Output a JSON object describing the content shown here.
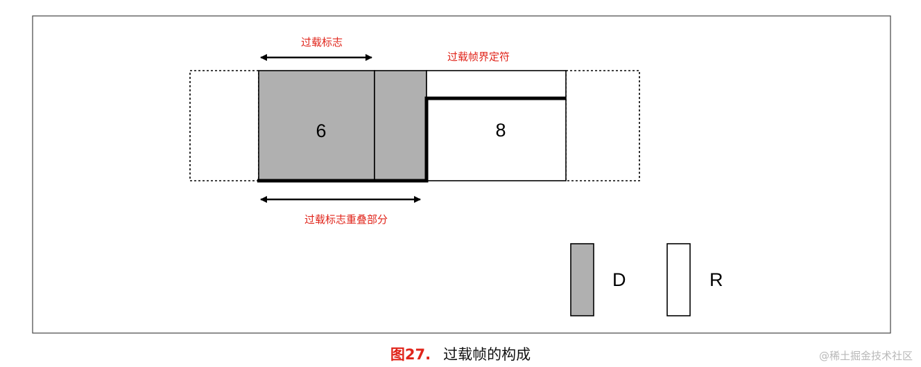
{
  "diagram": {
    "labels": {
      "overload_flag": "过载标志",
      "overload_delimiter": "过载帧界定符",
      "overload_flag_overlap": "过载标志重叠部分"
    },
    "segments": {
      "dominant_bits": "6",
      "recessive_bits": "8"
    },
    "legend": {
      "dominant_letter": "D",
      "recessive_letter": "R"
    },
    "colors": {
      "dominant_fill": "#b0b0b0",
      "recessive_fill": "#ffffff",
      "label_red": "#e0241a"
    }
  },
  "caption": {
    "figure_number": "图27.",
    "title": "过载帧的构成"
  },
  "watermark": "@稀土掘金技术社区"
}
